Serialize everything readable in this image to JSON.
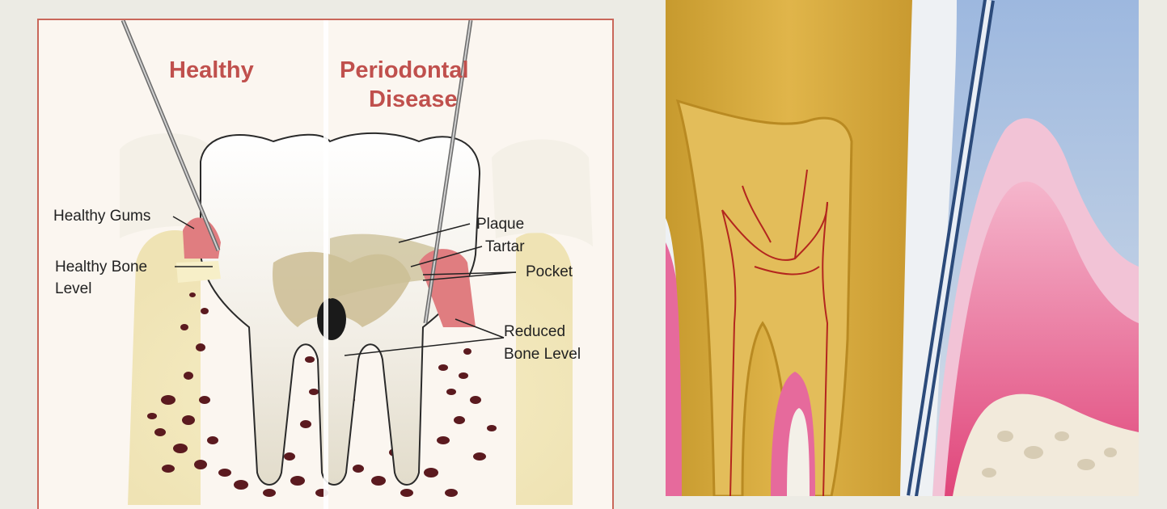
{
  "left_diagram": {
    "title_healthy": "Healthy",
    "title_disease_line1": "Periodontal",
    "title_disease_line2": "Disease",
    "labels": {
      "healthy_gums": "Healthy Gums",
      "healthy_bone_line1": "Healthy Bone",
      "healthy_bone_line2": "Level",
      "plaque": "Plaque",
      "tartar": "Tartar",
      "pocket": "Pocket",
      "reduced_bone_line1": "Reduced",
      "reduced_bone_line2": "Bone Level"
    }
  },
  "colors": {
    "title_red": "#c0504d",
    "gum_pink": "#e07d80",
    "bone_dark": "#5b1a1f",
    "dentin_gold": "#d9a93a"
  }
}
